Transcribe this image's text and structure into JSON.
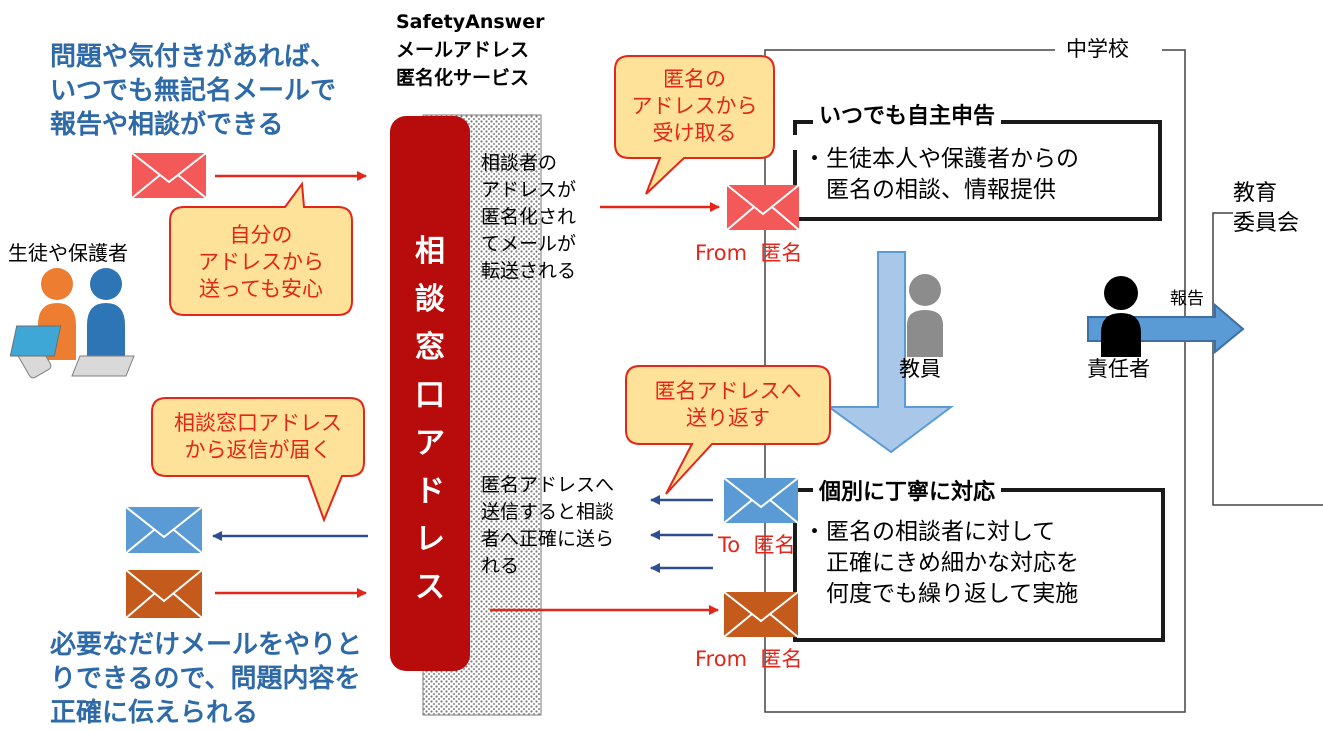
{
  "left": {
    "headline_top": "問題や気付きがあれば、\nいつでも無記名メールで\n報告や相談ができる",
    "headline_bottom": "必要なだけメールをやりと\nりできるので、問題内容を\n正確に伝えられる",
    "people_label": "生徒や保護者",
    "bubble_top": "自分の\nアドレスから\n送っても安心",
    "bubble_bottom": "相談窓口アドレス\nから返信が届く"
  },
  "service": {
    "title": "SafetyAnswer\nメールアドレス\n匿名化サービス",
    "window_label": "相談窓口アドレス",
    "forward_text": "相談者の\nアドレスが\n匿名化され\nてメールが\n転送される",
    "reply_text": "匿名アドレスへ\n送信すると相談\n者へ正確に送ら\nれる"
  },
  "school": {
    "label": "中学校",
    "bubble_receive": "匿名の\nアドレスから\n受け取る",
    "bubble_reply": "匿名アドレスへ\n送り返す",
    "from_label_1": "From  匿名",
    "to_label": "To  匿名",
    "from_label_2": "From  匿名",
    "box1_title": "いつでも自主申告",
    "box1_body": "・生徒本人や保護者からの\n　匿名の相談、情報提供",
    "box2_title": "個別に丁寧に対応",
    "box2_body": "・匿名の相談者に対して\n　正確にきめ細かな対応を\n　何度でも繰り返して実施",
    "teacher_label": "教員",
    "manager_label": "責任者",
    "report_label": "報告",
    "board_label": "教育\n委員会"
  },
  "colors": {
    "headline_blue": "#2e6aa8",
    "bubble_fill": "#ffe29a",
    "bubble_border": "#e4261a",
    "window_red": "#b80c0c",
    "envelope_red": "#f4595a",
    "envelope_blue": "#5b9bd5",
    "envelope_orange": "#c55a1d",
    "arrow_red": "#e4261a",
    "arrow_navy": "#2f4e8f"
  }
}
